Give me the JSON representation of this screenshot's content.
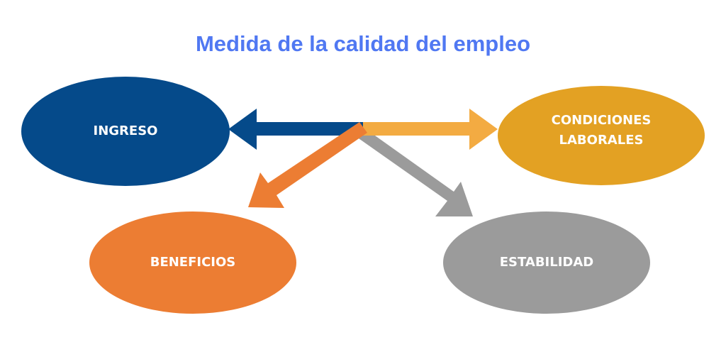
{
  "title": "Medida de la calidad del empleo",
  "nodes": {
    "ingreso": {
      "label": "INGRESO",
      "color": "#054a8a"
    },
    "condiciones": {
      "label_line1": "CONDICIONES",
      "label_line2": "LABORALES",
      "color": "#e3a123"
    },
    "beneficios": {
      "label": "BENEFICIOS",
      "color": "#ec7d33"
    },
    "estabilidad": {
      "label": "ESTABILIDAD",
      "color": "#9b9b9b"
    }
  },
  "arrows": {
    "to_ingreso": "#054a8a",
    "to_condiciones": "#f3ab42",
    "to_beneficios": "#ec7d33",
    "to_estabilidad": "#9b9b9b"
  }
}
